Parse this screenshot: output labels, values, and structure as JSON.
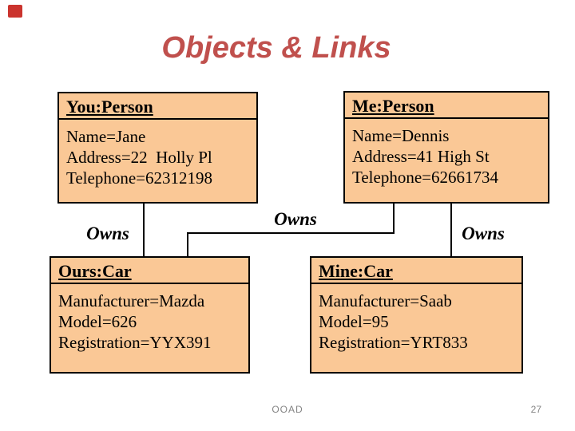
{
  "slide": {
    "title": "Objects & Links",
    "footer": {
      "course": "OOAD",
      "page_number": "27"
    }
  },
  "colors": {
    "title_color": "#C0504D",
    "box_fill": "#FAC896",
    "box_border": "#000000",
    "link_color": "#000000",
    "footer_color": "#848484",
    "corner_mark": "#CB342E"
  },
  "objects": [
    {
      "name": "You:Person",
      "attributes": [
        "Name=Jane",
        "Address=22  Holly Pl",
        "Telephone=62312198"
      ]
    },
    {
      "name": "Me:Person",
      "attributes": [
        "Name=Dennis",
        "Address=41 High St",
        "Telephone=62661734"
      ]
    },
    {
      "name": "Ours:Car",
      "attributes": [
        "Manufacturer=Mazda",
        "Model=626",
        "Registration=YYX391"
      ]
    },
    {
      "name": "Mine:Car",
      "attributes": [
        "Manufacturer=Saab",
        "Model=95",
        "Registration=YRT833"
      ]
    }
  ],
  "links": [
    {
      "label": "Owns",
      "from": "You:Person",
      "to": "Ours:Car"
    },
    {
      "label": "Owns",
      "from": "Me:Person",
      "to": "Ours:Car"
    },
    {
      "label": "Owns",
      "from": "Me:Person",
      "to": "Mine:Car"
    }
  ]
}
